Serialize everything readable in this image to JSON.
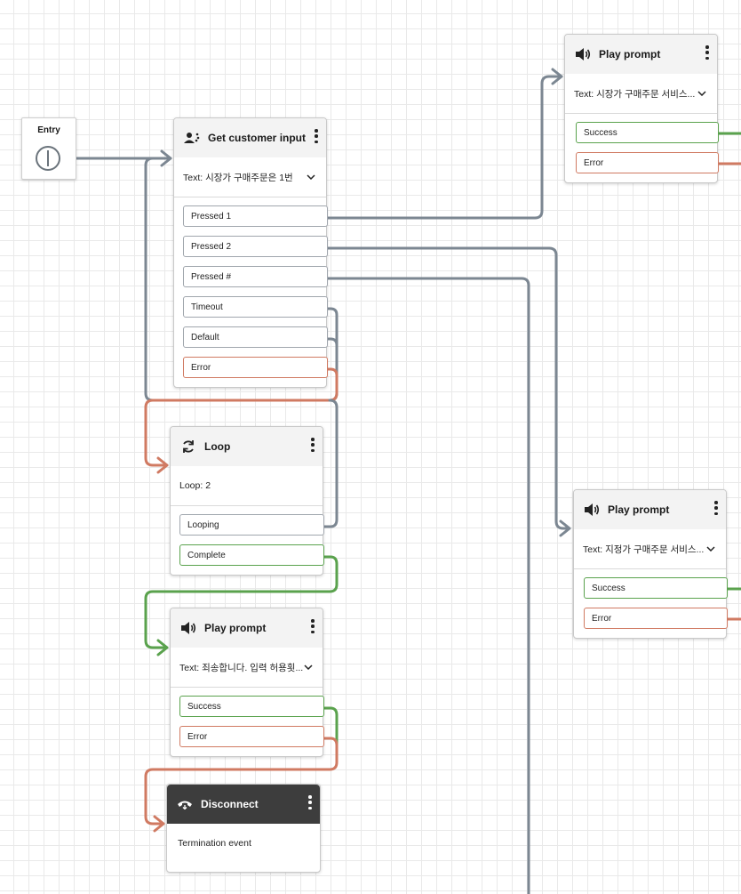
{
  "entry": {
    "label": "Entry"
  },
  "colors": {
    "wire_default": "#7c8792",
    "wire_success": "#5aa24d",
    "wire_error": "#d07a62",
    "header": "#f3f3f3",
    "header_dark": "#3d3d3d"
  },
  "blocks": {
    "get_input": {
      "title": "Get customer input",
      "icon": "customer-input-icon",
      "text": "Text: 시장가 구매주문은 1번",
      "branches": [
        "Pressed 1",
        "Pressed 2",
        "Pressed #",
        "Timeout",
        "Default",
        "Error"
      ]
    },
    "play_prompt_top": {
      "title": "Play prompt",
      "icon": "speaker-icon",
      "text": "Text: 시장가 구매주문 서비스...",
      "branches": [
        "Success",
        "Error"
      ]
    },
    "loop": {
      "title": "Loop",
      "icon": "loop-icon",
      "text": "Loop: 2",
      "branches": [
        "Looping",
        "Complete"
      ]
    },
    "play_prompt_right": {
      "title": "Play prompt",
      "icon": "speaker-icon",
      "text": "Text: 지정가 구매주문 서비스...",
      "branches": [
        "Success",
        "Error"
      ]
    },
    "play_prompt_sorry": {
      "title": "Play prompt",
      "icon": "speaker-icon",
      "text": "Text: 죄송합니다. 입력 허용횟...",
      "branches": [
        "Success",
        "Error"
      ]
    },
    "disconnect": {
      "title": "Disconnect",
      "icon": "hang-up-icon",
      "text": "Termination event"
    }
  }
}
